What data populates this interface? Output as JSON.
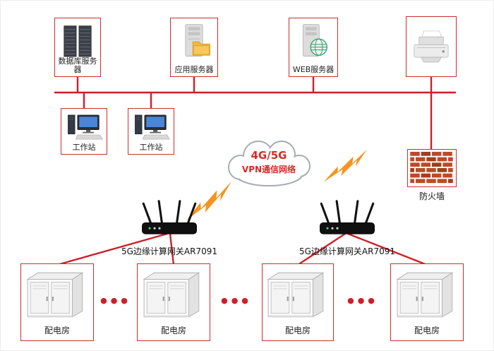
{
  "colors": {
    "connector_red": "#cc2028",
    "node_border_red": "#c9302c",
    "lightning_orange": "#f5941f",
    "cloud_text_red": "#d42b26",
    "brick_orange": "#bc4a27"
  },
  "top_nodes": [
    {
      "label": "数据库服务器",
      "icon": "database-server-icon"
    },
    {
      "label": "应用服务器",
      "icon": "application-server-icon"
    },
    {
      "label": "WEB服务器",
      "icon": "web-server-icon"
    },
    {
      "label": "",
      "icon": "printer-icon"
    }
  ],
  "workstations": [
    {
      "label": "工作站"
    },
    {
      "label": "工作站"
    }
  ],
  "firewall": {
    "label": "防火墙"
  },
  "cloud": {
    "line1": "4G/5G",
    "line2": "VPN通信网络"
  },
  "gateways": [
    {
      "label": "5G边缘计算网关AR7091"
    },
    {
      "label": "5G边缘计算网关AR7091"
    }
  ],
  "rooms": [
    {
      "label": "配电房"
    },
    {
      "label": "配电房"
    },
    {
      "label": "配电房"
    },
    {
      "label": "配电房"
    }
  ],
  "ellipsis": "●●●"
}
